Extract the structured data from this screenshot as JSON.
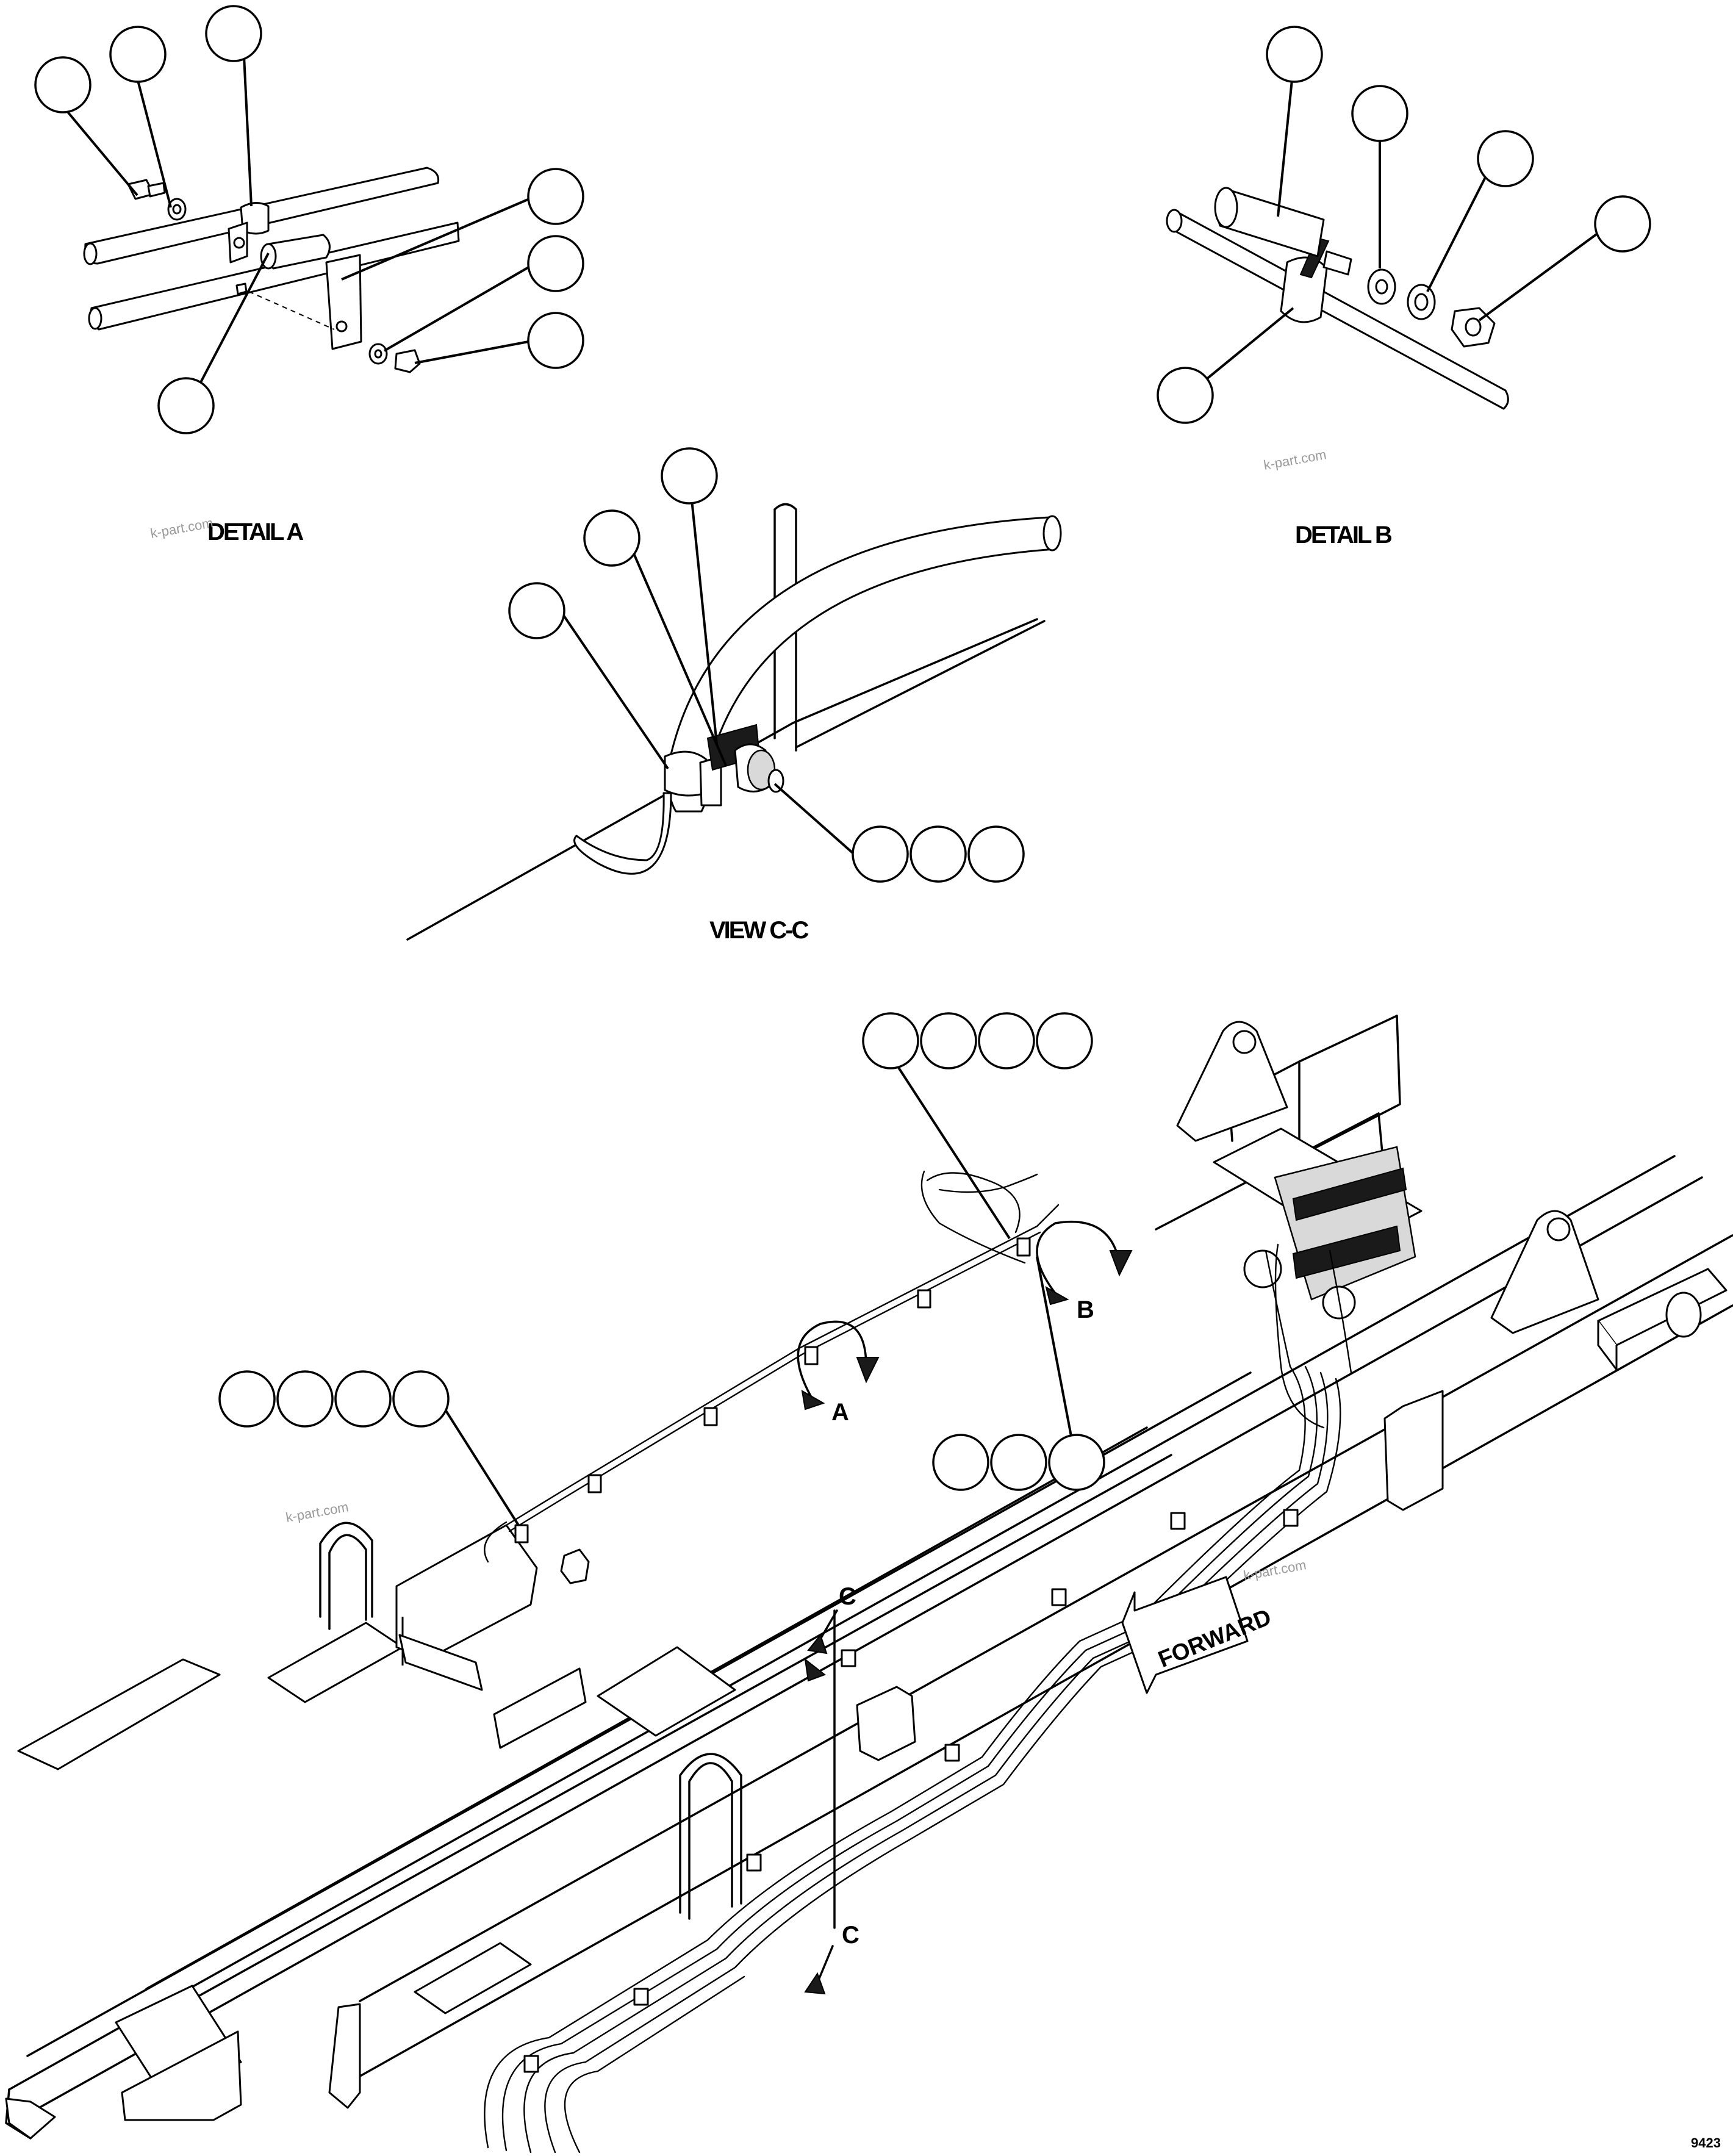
{
  "labels": {
    "detail_a": "DETAIL A",
    "detail_b": "DETAIL B",
    "view_cc": "VIEW C-C",
    "section_a": "A",
    "section_b": "B",
    "section_c_top": "C",
    "section_c_bottom": "C",
    "forward": "FORWARD",
    "drawing_number": "9423"
  },
  "watermarks": [
    "k-part.com",
    "k-part.com",
    "k-part.com",
    "k-part.com"
  ]
}
